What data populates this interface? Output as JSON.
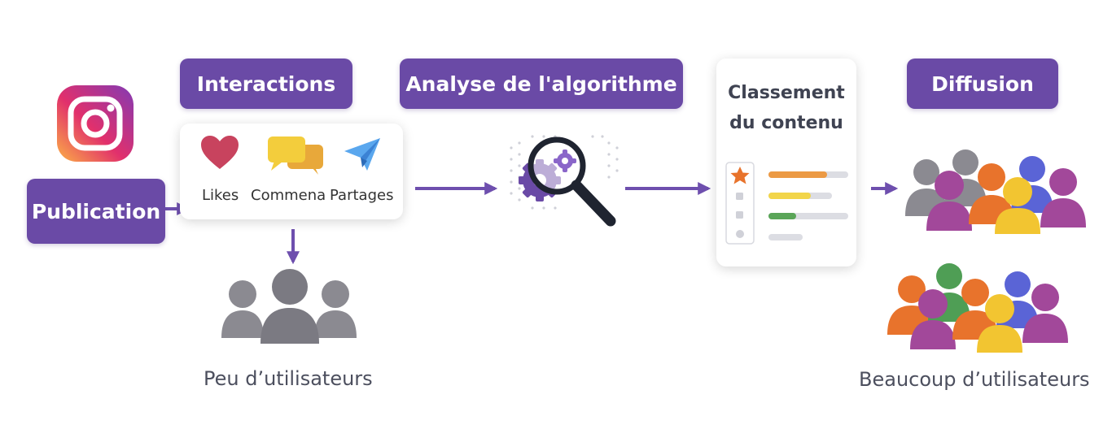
{
  "source": {
    "app": "instagram-icon",
    "label": "Publication"
  },
  "interactions": {
    "title": "Interactions",
    "items": [
      {
        "icon": "heart-icon",
        "label": "Likes"
      },
      {
        "icon": "speech-bubbles-icon",
        "label": "Commena"
      },
      {
        "icon": "paper-plane-icon",
        "label": "Partages"
      }
    ],
    "audience_label": "Peu d’utilisateurs"
  },
  "analysis": {
    "title": "Analyse de l'algorithme",
    "icon": "magnifier-gears-icon"
  },
  "ranking": {
    "title_line1": "Classement",
    "title_line2": "du contenu",
    "icon": "ranked-list-icon"
  },
  "diffusion": {
    "title": "Diffusion",
    "audience_label": "Beaucoup d’utilisateurs"
  },
  "colors": {
    "purple": "#6a4aa6",
    "arrow": "#6e4fae",
    "gray_people": "#8b8a91",
    "orange": "#e8732c",
    "magenta": "#a2489a",
    "yellow": "#f2c531",
    "blue": "#5a64d6",
    "green": "#4f9e55"
  }
}
